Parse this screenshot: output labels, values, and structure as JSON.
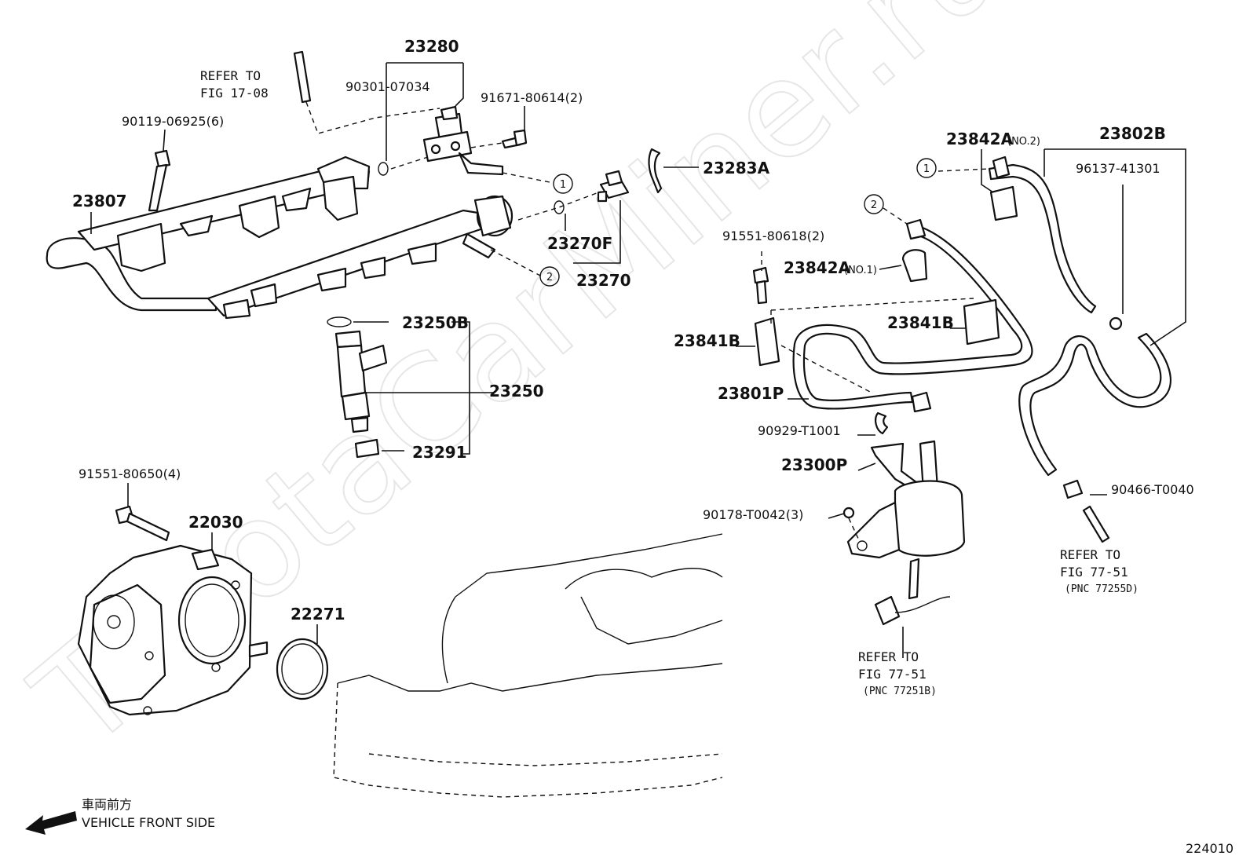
{
  "watermark": "ToyotaCarMiner.ru",
  "diagram_number": "224010",
  "front_side": {
    "japanese": "車両前方",
    "english": "VEHICLE FRONT SIDE"
  },
  "parts": {
    "p23280": "23280",
    "p90301": "90301-07034",
    "p91671": "91671-80614(2)",
    "p90119": "90119-06925(6)",
    "p23807": "23807",
    "p23283A": "23283A",
    "p23270F": "23270F",
    "p23270": "23270",
    "p23250B": "23250B",
    "p23250": "23250",
    "p23291": "23291",
    "p91551_650": "91551-80650(4)",
    "p22030": "22030",
    "p22271": "22271",
    "p23842A_no2": "23842A",
    "p23842A_no2_note": "(NO.2)",
    "p23802B": "23802B",
    "p96137": "96137-41301",
    "p91551_618": "91551-80618(2)",
    "p23842A_no1": "23842A",
    "p23842A_no1_note": "(NO.1)",
    "p23841B_left": "23841B",
    "p23841B_right": "23841B",
    "p23801P": "23801P",
    "p90929": "90929-T1001",
    "p23300P": "23300P",
    "p90178": "90178-T0042(3)",
    "p90466": "90466-T0040"
  },
  "references": {
    "fig1708_line1": "REFER TO",
    "fig1708_line2": "FIG 17-08",
    "fig7751a_line1": "REFER TO",
    "fig7751a_line2": "FIG 77-51",
    "fig7751a_line3": "(PNC 77255D)",
    "fig7751b_line1": "REFER TO",
    "fig7751b_line2": "FIG 77-51",
    "fig7751b_line3": "(PNC 77251B)"
  },
  "connectors": {
    "c1": "1",
    "c2": "2"
  }
}
